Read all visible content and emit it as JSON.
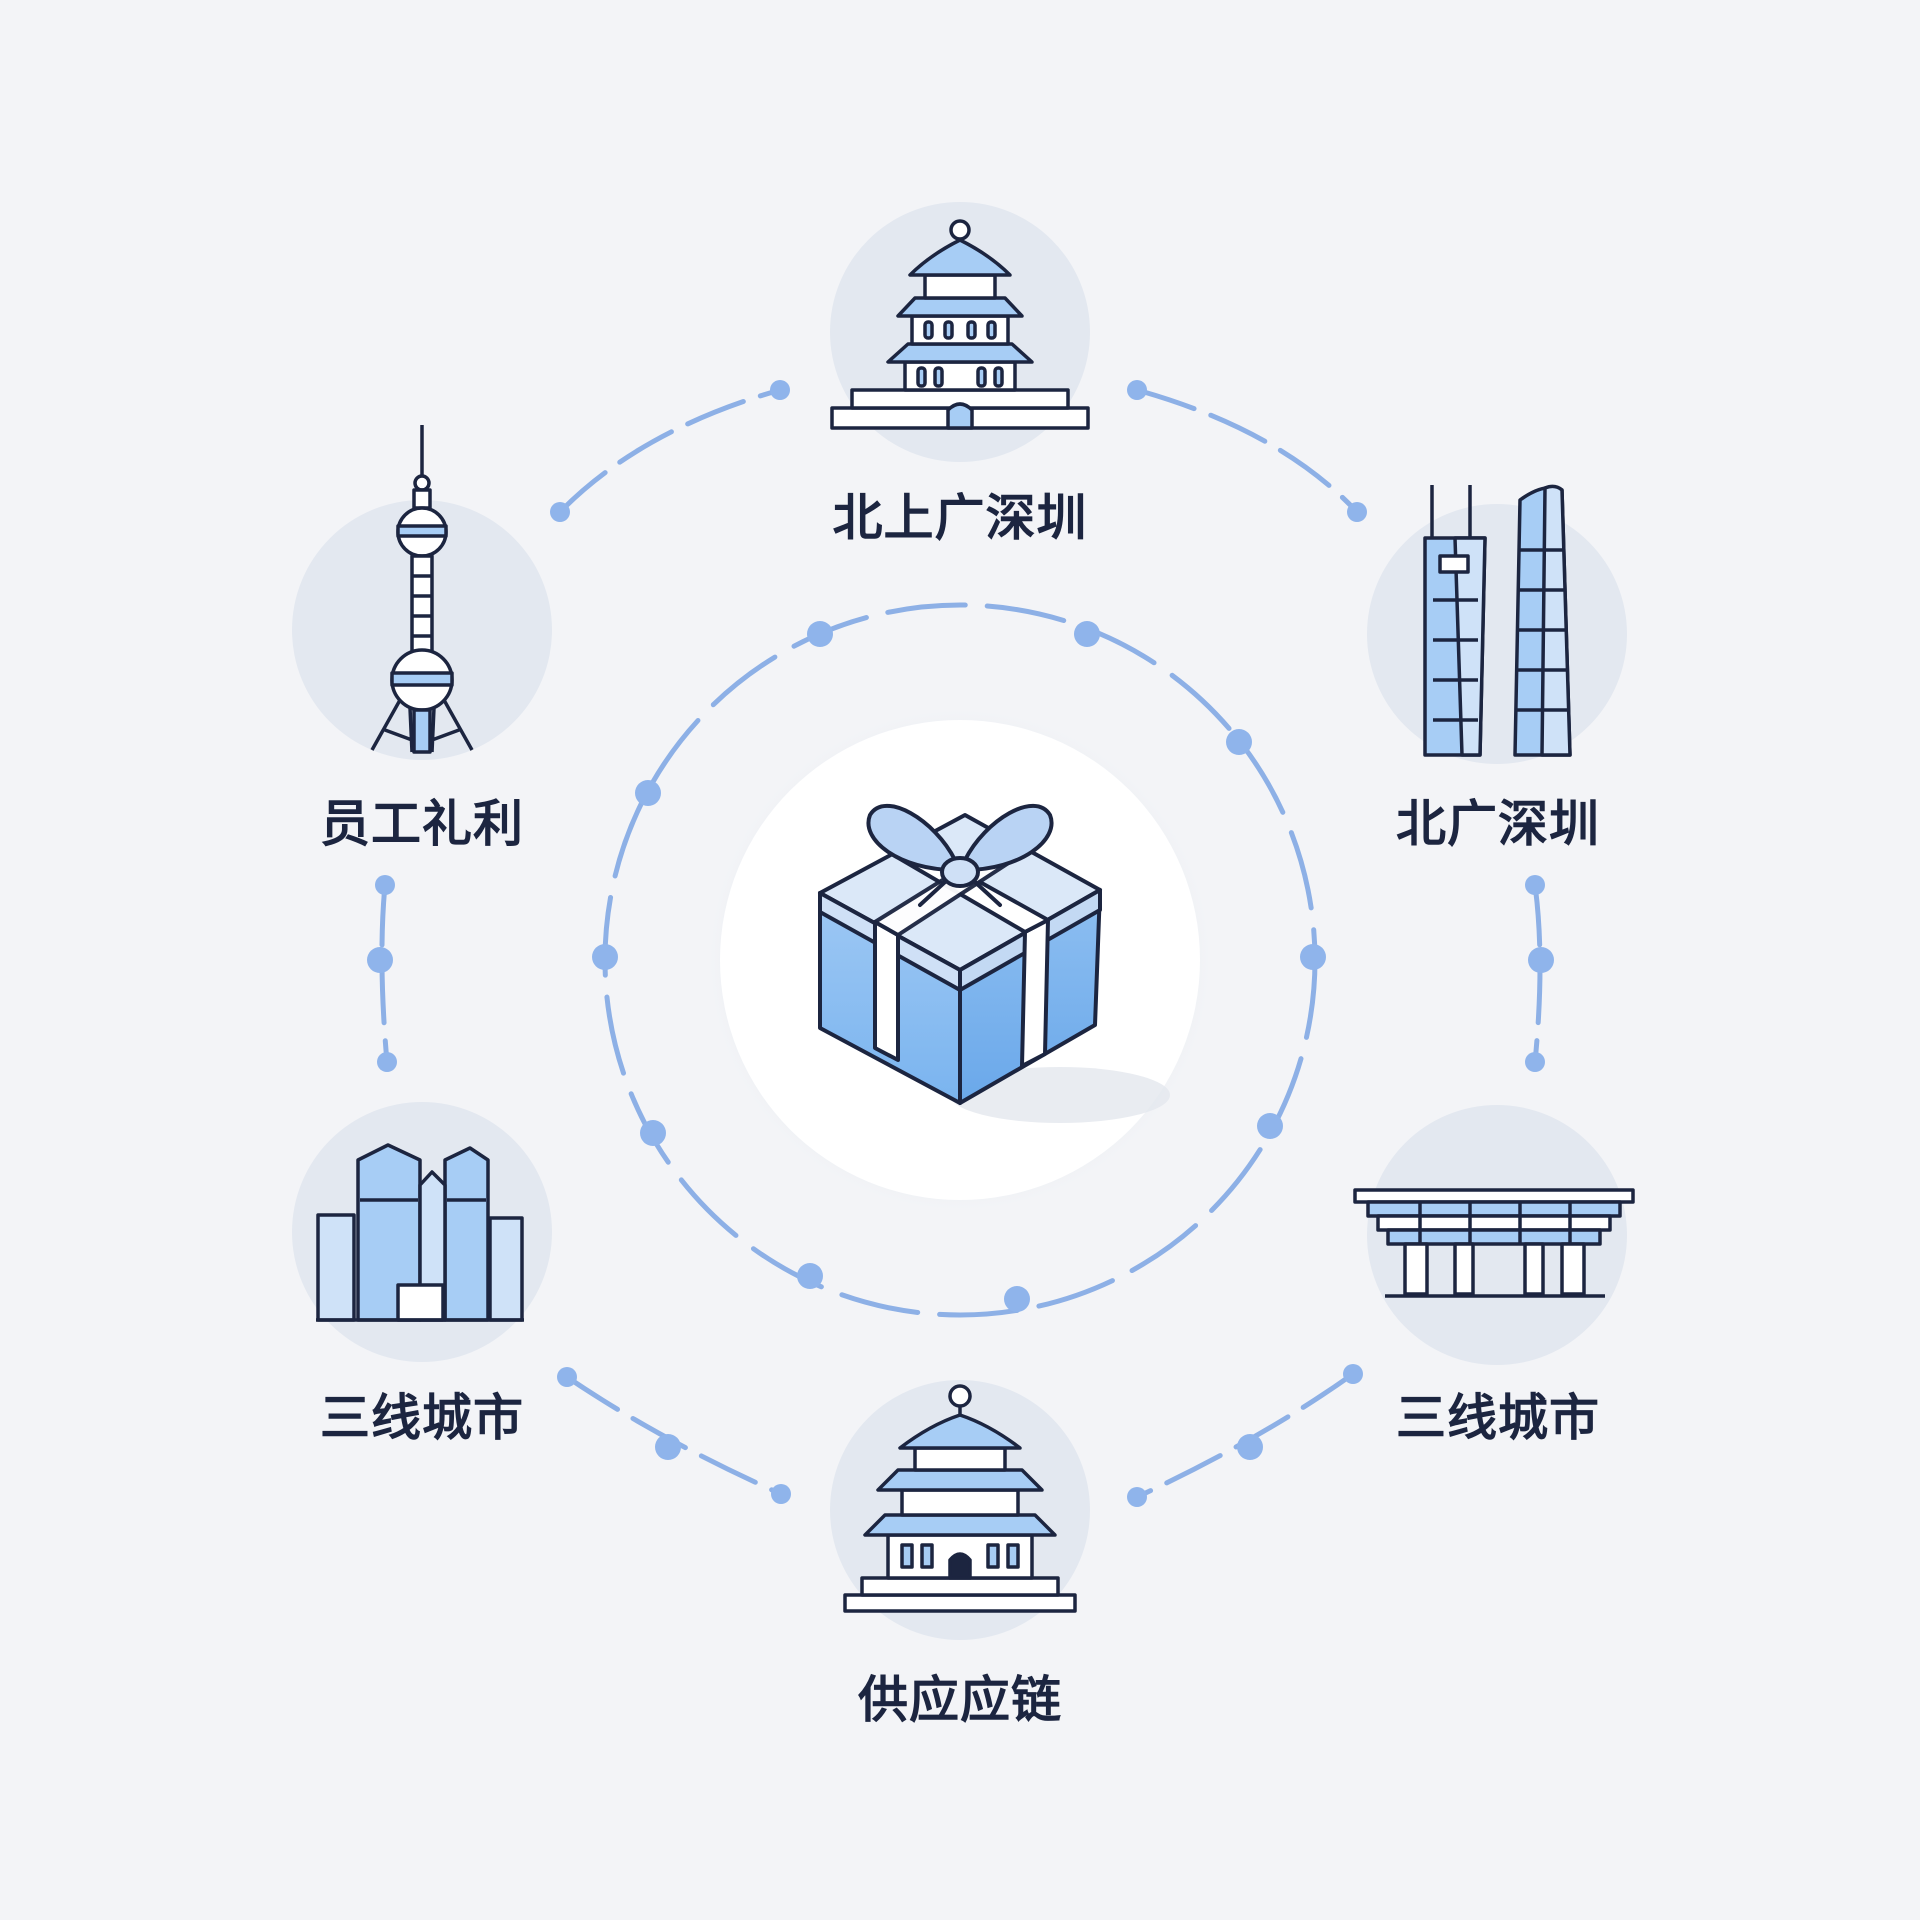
{
  "nodes": {
    "top": {
      "label": "北上广深圳",
      "icon": "temple-icon"
    },
    "upper_left": {
      "label": "员工礼利",
      "icon": "tv-tower-icon"
    },
    "upper_right": {
      "label": "北广深圳",
      "icon": "skyscrapers-icon"
    },
    "lower_left": {
      "label": "三线城市",
      "icon": "office-towers-icon"
    },
    "lower_right": {
      "label": "三线城市",
      "icon": "pavilion-icon"
    },
    "bottom": {
      "label": "供应应链",
      "icon": "pagoda-icon"
    }
  },
  "center": {
    "icon": "gift-box-icon"
  },
  "colors": {
    "background": "#f3f4f7",
    "accent": "#7ea6e6",
    "icon_fill": "#a7cdf5",
    "outline": "#1c2540",
    "icon_circle": "#e3e8f0"
  }
}
